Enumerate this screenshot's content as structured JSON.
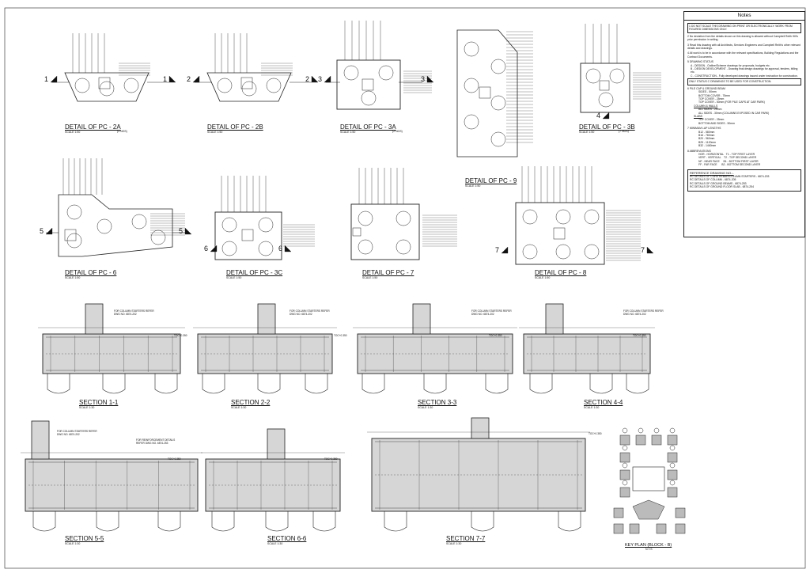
{
  "notes": {
    "title": "Notes",
    "items": [
      "1 DO NOT SCALE THIS DRAWING ON PRINT OR ELECTRONICALLY. WORK FROM FIGURED DIMENSIONS ONLY.",
      "2 No deviation from the details shown on this drawing is allowed without Campbell Reith Hill's prior permission in writing.",
      "3 Read this drawing with all Architects, Services Engineers and Campbell Reith's other relevant details and drawings.",
      "4 All work is to be in accordance with the relevant specifications, Building Regulations and the Contract Documents.",
      "5 DRAWING STATUS",
      "6 PILE CAP & GROUND BEAM",
      "7 MINIMUM LAP LENGTHS",
      "8 ABBREVIATIONS"
    ],
    "status_lines": [
      "A - DESIGN - Outline/Scheme drawings for proposals, budgets etc.",
      "B - DESIGN DEVELOPMENT - Drawing final design drawings for approval, tenders, billing etc.",
      "C - CONSTRUCTION - Fully developed drawings issued under instruction for construction.",
      "ONLY STATUS C DRAWINGS TO BE USED FOR CONSTRUCTION."
    ],
    "cover_lines": [
      "SIDES - 50mm",
      "BOTTOM COVER - 75mm",
      "TOP COVER - 25mm",
      "TOP COVER - 50mm (FOR PILE CAPS AT CAR PARK)",
      "COLUMN & WALLS",
      "ALL SIDES - 25mm",
      "ALL SIDES - 30mm (COLUMNS EXPOSED IN CAR PARK)",
      "SLABS",
      "TOP COVER - 25mm",
      "BOTTOM AND SIDES - 50mm"
    ],
    "lap_lines": [
      "B12 - 580mm",
      "B16 - 780mm",
      "B20 - 960mm",
      "B25 - 1120mm",
      "B32 - 1460mm"
    ],
    "abbrev_lines": [
      "HOR - HORIZONTAL   T1 - TOP FIRST LAYER",
      "VERT - VERTICAL    T2 - TOP SECOND LAYER",
      "NF - NEAR FACE     B1 - BOTTOM FIRST LAYER",
      "FF - FAR FACE      B2 - BOTTOM SECOND LAYER"
    ],
    "reference_title": "REFERENCE DRAWING NO.:-",
    "reference_lines": [
      "RC DETAILS OF CORE REBAR/COLUMN STARTERS - 6874-203",
      "RC DETAILS OF COLUMN - 6874-205",
      "RC DETAILS OF GROUND BEAMS - 6874-253",
      "RC DETAILS OF GROUND FLOOR SLAB - 6874-254"
    ]
  },
  "details": [
    {
      "title": "DETAIL OF PC - 2A",
      "scale": "SCALE 1:50",
      "extra": "(3 NOS)"
    },
    {
      "title": "DETAIL OF PC - 2B",
      "scale": "SCALE 1:50",
      "extra": ""
    },
    {
      "title": "DETAIL OF PC - 3A",
      "scale": "SCALE 1:50",
      "extra": "(2 NOS)"
    },
    {
      "title": "DETAIL OF PC - 9",
      "scale": "SCALE 1:50",
      "extra": ""
    },
    {
      "title": "DETAIL OF PC - 3B",
      "scale": "SCALE 1:50",
      "extra": "(7 NOS)"
    },
    {
      "title": "DETAIL OF PC - 6",
      "scale": "SCALE 1:50",
      "extra": ""
    },
    {
      "title": "DETAIL OF PC - 3C",
      "scale": "SCALE 1:50",
      "extra": ""
    },
    {
      "title": "DETAIL OF PC - 7",
      "scale": "SCALE 1:50",
      "extra": ""
    },
    {
      "title": "DETAIL OF PC - 8",
      "scale": "SCALE 1:50",
      "extra": ""
    }
  ],
  "sections": [
    {
      "title": "SECTION 1-1",
      "scale": "SCALE 1:30"
    },
    {
      "title": "SECTION 2-2",
      "scale": "SCALE 1:30"
    },
    {
      "title": "SECTION 3-3",
      "scale": "SCALE 1:30"
    },
    {
      "title": "SECTION 4-4",
      "scale": "SCALE 1:30"
    },
    {
      "title": "SECTION 5-5",
      "scale": "SCALE 1:30"
    },
    {
      "title": "SECTION 6-6",
      "scale": "SCALE 1:30"
    },
    {
      "title": "SECTION 7-7",
      "scale": "SCALE 1:30"
    }
  ],
  "key_plan": {
    "title": "KEY PLAN (BLOCK - B)",
    "scale": "N.T.S"
  },
  "annotations": {
    "column_starters": "FOR COLUMN STARTERS REFER DWG NO. 6874-202",
    "reinforcement": "FOR REINFORCEMENT DETAILS REFER DWG NO. 6874-253",
    "level": "TOC+0.350"
  },
  "section_markers": [
    "1",
    "2",
    "3",
    "4",
    "5",
    "6",
    "7"
  ]
}
